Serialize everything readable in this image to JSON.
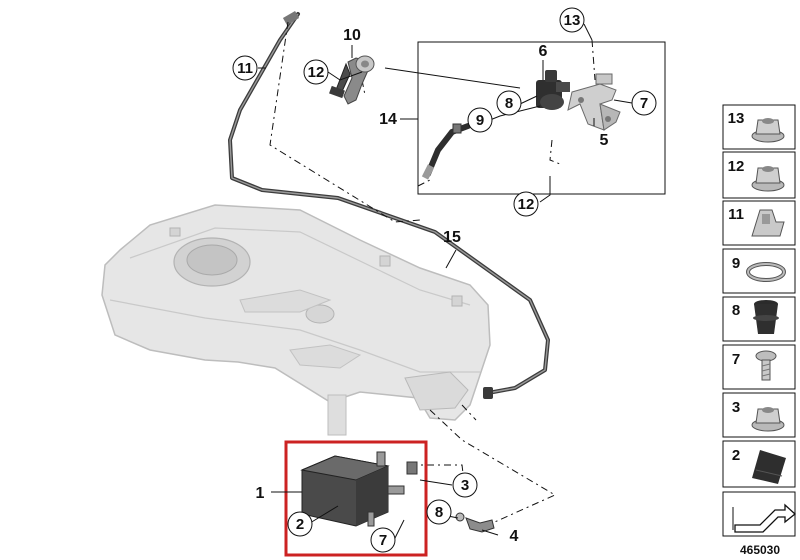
{
  "callouts": [
    {
      "id": "c1",
      "text": "1"
    },
    {
      "id": "c2",
      "text": "2"
    },
    {
      "id": "c3",
      "text": "3"
    },
    {
      "id": "c4",
      "text": "4"
    },
    {
      "id": "c5",
      "text": "5"
    },
    {
      "id": "c6",
      "text": "6"
    },
    {
      "id": "c7a",
      "text": "7"
    },
    {
      "id": "c7b",
      "text": "7"
    },
    {
      "id": "c8a",
      "text": "8"
    },
    {
      "id": "c8b",
      "text": "8"
    },
    {
      "id": "c9",
      "text": "9"
    },
    {
      "id": "c10",
      "text": "10"
    },
    {
      "id": "c11",
      "text": "11"
    },
    {
      "id": "c12a",
      "text": "12"
    },
    {
      "id": "c12b",
      "text": "12"
    },
    {
      "id": "c13",
      "text": "13"
    },
    {
      "id": "c14",
      "text": "14"
    },
    {
      "id": "c15",
      "text": "15"
    }
  ],
  "parts_panel": [
    {
      "number": "13",
      "icon": "flange-nut-icon"
    },
    {
      "number": "12",
      "icon": "flange-nut-icon"
    },
    {
      "number": "11",
      "icon": "pipe-clip-icon"
    },
    {
      "number": "9",
      "icon": "hose-clamp-icon"
    },
    {
      "number": "8",
      "icon": "grommet-icon"
    },
    {
      "number": "7",
      "icon": "screw-icon"
    },
    {
      "number": "3",
      "icon": "flange-nut-icon"
    },
    {
      "number": "2",
      "icon": "rubber-pad-icon"
    }
  ],
  "diagram_number": "465030",
  "colors": {
    "highlight_box": "#cc2222",
    "tank_fill": "#e4e4e4",
    "dark_part": "#3a3a3a",
    "line": "#111111"
  }
}
